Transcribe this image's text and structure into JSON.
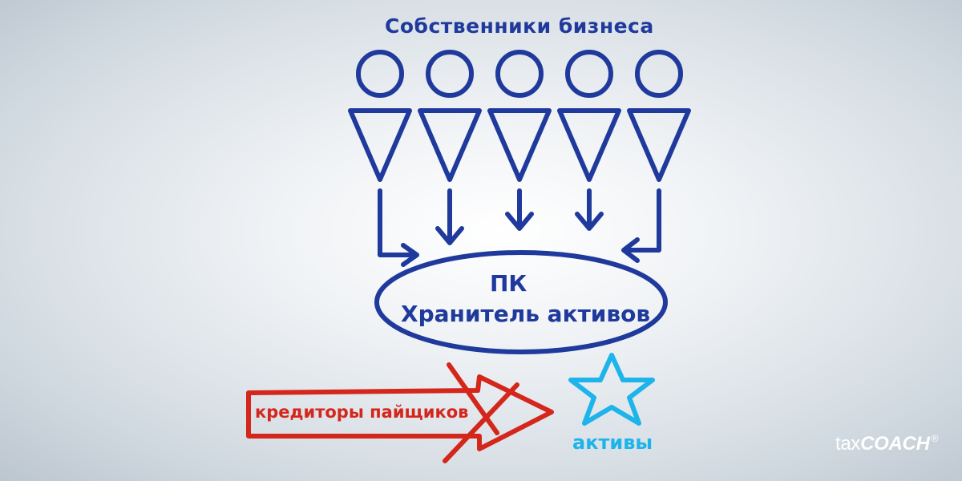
{
  "title": "Собственники бизнеса",
  "custodian": {
    "line1": "ПК",
    "line2": "Хранитель активов"
  },
  "creditors_label": "кредиторы пайщиков",
  "assets_label": "активы",
  "brand": {
    "tax": "tax",
    "coach": "COACH",
    "reg": "®"
  },
  "colors": {
    "owners": "#1f3a9c",
    "creditors": "#d4261b",
    "assets": "#1cb4ea",
    "brand": "#ffffff"
  },
  "icons": [
    "owner-figure",
    "down-arrow",
    "star",
    "crossed-arrow"
  ]
}
